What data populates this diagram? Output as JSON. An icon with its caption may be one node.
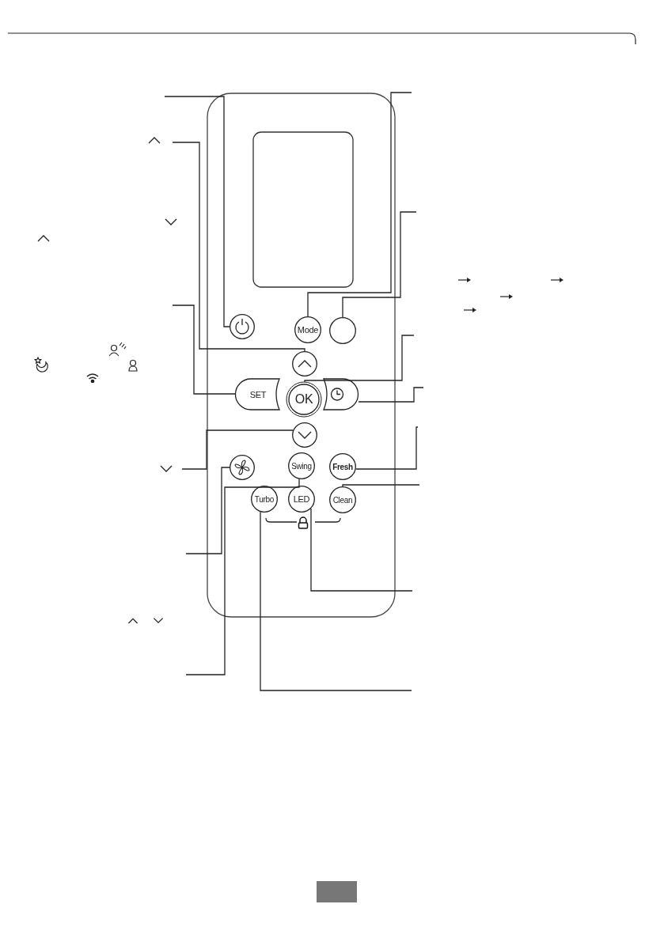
{
  "diagram": {
    "nodes": [
      {
        "text": [],
        "shape": "box"
      },
      {
        "text": [],
        "shape": "box",
        "in": 0
      },
      {
        "text": [],
        "shape": "circle",
        "in": 0
      },
      {
        "text": [
          "Mode"
        ],
        "in": 0
      },
      {
        "text": [],
        "shape": "circle",
        "in": 0
      },
      {
        "text": [],
        "shape": "circle",
        "in": 0
      },
      {
        "text": [
          "SET"
        ],
        "in": 0
      },
      {
        "text": [
          "OK"
        ],
        "in": 0
      },
      {
        "text": [],
        "shape": "box",
        "in": 0
      },
      {
        "text": [],
        "shape": "circle",
        "in": 0
      },
      {
        "text": [],
        "shape": "circle",
        "in": 0
      },
      {
        "text": [
          "Swing"
        ],
        "in": 0
      },
      {
        "text": [
          "Fresh"
        ],
        "in": 0
      },
      {
        "text": [
          "Turbo"
        ],
        "in": 0
      },
      {
        "text": [
          "LED"
        ],
        "in": 0
      },
      {
        "text": [
          "Clean"
        ],
        "in": 0
      }
    ],
    "edges": [
      {
        "from": null,
        "to": 2,
        "arrow": "none"
      },
      {
        "from": null,
        "to": 5,
        "arrow": "none"
      },
      {
        "from": null,
        "to": 6,
        "arrow": "none"
      },
      {
        "from": null,
        "to": 9,
        "arrow": "none"
      },
      {
        "from": null,
        "to": 10,
        "arrow": "none"
      },
      {
        "from": null,
        "to": 11,
        "arrow": "none"
      },
      {
        "from": null,
        "to": 3,
        "arrow": "none"
      },
      {
        "from": null,
        "to": 4,
        "arrow": "none"
      },
      {
        "from": null,
        "to": 7,
        "arrow": "none"
      },
      {
        "from": null,
        "to": 8,
        "arrow": "none"
      },
      {
        "from": null,
        "to": 12,
        "arrow": "none"
      },
      {
        "from": null,
        "to": 15,
        "arrow": "none"
      },
      {
        "from": null,
        "to": 14,
        "arrow": "none"
      },
      {
        "from": null,
        "to": 13,
        "arrow": "none"
      }
    ]
  }
}
